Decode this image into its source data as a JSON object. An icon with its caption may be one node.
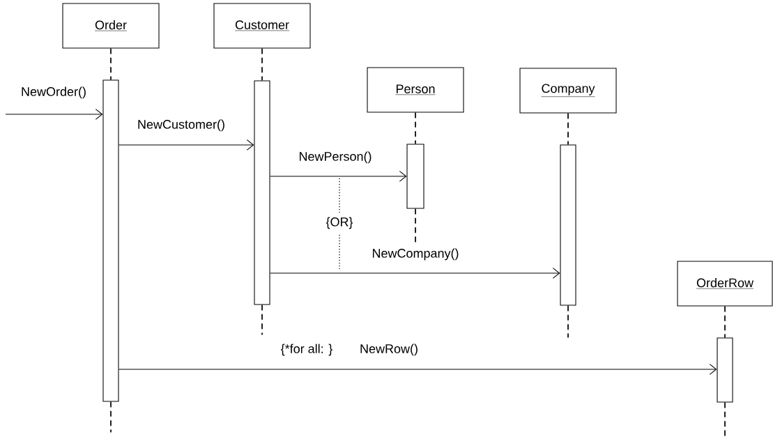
{
  "diagram": {
    "nodes": [
      {
        "text": [
          "Order"
        ]
      },
      {
        "text": [
          "Customer"
        ]
      },
      {
        "text": [],
        "shape": "bar"
      },
      {
        "text": [],
        "shape": "bar"
      },
      {
        "text": [
          "Person"
        ]
      },
      {
        "text": [
          "Company"
        ]
      },
      {
        "text": [],
        "shape": "bar"
      },
      {
        "text": [],
        "shape": "bar"
      },
      {
        "text": [
          "OrderRow"
        ]
      },
      {
        "text": [],
        "shape": "bar"
      }
    ],
    "edges": [
      {
        "from": 0,
        "to": 2,
        "arrow": "none",
        "style": "dashed"
      },
      {
        "from": 1,
        "to": 3,
        "arrow": "none",
        "style": "dashed"
      },
      {
        "from": 4,
        "to": 6,
        "arrow": "none",
        "style": "dashed"
      },
      {
        "from": 5,
        "to": 7,
        "arrow": "none",
        "style": "dashed"
      },
      {
        "from": 8,
        "to": 9,
        "arrow": "none",
        "style": "dashed"
      },
      {
        "from": 2,
        "to": null,
        "arrow": "none",
        "style": "dashed"
      },
      {
        "from": 3,
        "to": null,
        "arrow": "none",
        "style": "dashed"
      },
      {
        "from": 6,
        "to": null,
        "arrow": "none",
        "style": "dashed"
      },
      {
        "from": 7,
        "to": null,
        "arrow": "none",
        "style": "dashed"
      },
      {
        "from": 9,
        "to": null,
        "arrow": "none",
        "style": "dashed"
      },
      {
        "from": null,
        "to": 2,
        "arrow": "to",
        "label": "NewOrder()"
      },
      {
        "from": 2,
        "to": 3,
        "arrow": "to",
        "label": "NewCustomer()"
      },
      {
        "from": 3,
        "to": 6,
        "arrow": "to",
        "label": "NewPerson()"
      },
      {
        "from": 3,
        "to": 7,
        "arrow": "to",
        "label": "NewCompany()"
      },
      {
        "from": 2,
        "to": 9,
        "arrow": "to",
        "label": "NewRow()"
      }
    ],
    "labels": [
      "{OR}",
      "{*for all: }"
    ]
  }
}
